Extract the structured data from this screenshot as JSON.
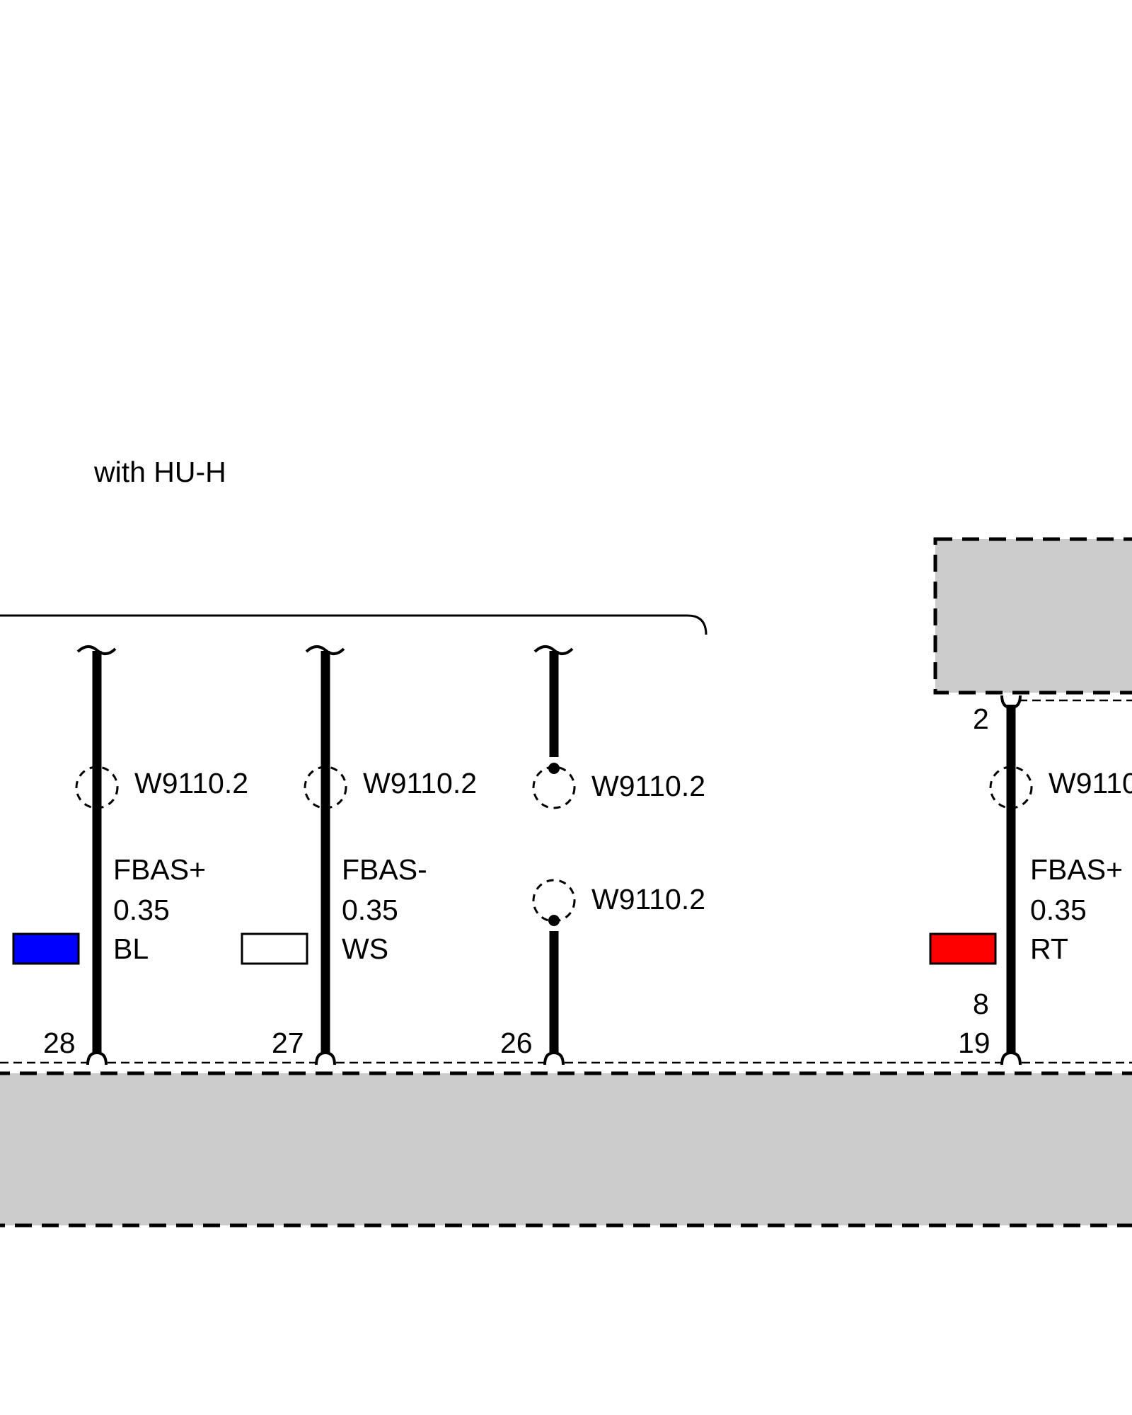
{
  "diagram": {
    "option_label": "with HU-H",
    "wires": [
      {
        "pin_top": "",
        "shield_label": "W9110.2",
        "signal": "FBAS+",
        "gauge": "0.35",
        "color_code": "BL",
        "color_hex": "#0000ff",
        "pin_bottom_upper": "",
        "pin_bottom": "28"
      },
      {
        "pin_top": "",
        "shield_label": "W9110.2",
        "signal": "FBAS-",
        "gauge": "0.35",
        "color_code": "WS",
        "color_hex": "#ffffff",
        "pin_bottom_upper": "",
        "pin_bottom": "27"
      },
      {
        "pin_top": "",
        "shield_label_upper": "W9110.2",
        "shield_label_lower": "W9110.2",
        "pin_bottom": "26"
      },
      {
        "pin_top": "2",
        "shield_label": "W9110",
        "signal": "FBAS+",
        "gauge": "0.35",
        "color_code": "RT",
        "color_hex": "#ff0000",
        "pin_bottom_upper": "8",
        "pin_bottom": "19"
      }
    ],
    "component_fill": "#cccccc"
  }
}
